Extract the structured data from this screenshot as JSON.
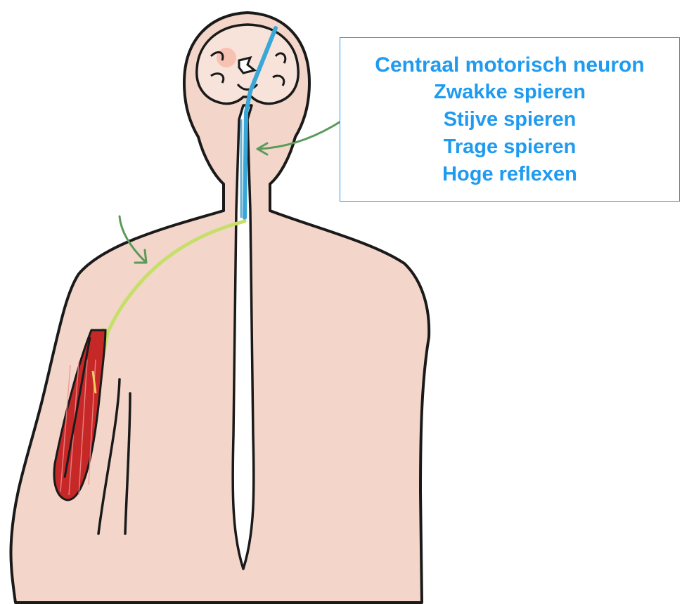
{
  "label_box": {
    "title": "Centraal motorisch neuron",
    "items": [
      "Zwakke spieren",
      "Stijve spieren",
      "Trage spieren",
      "Hoge reflexen"
    ]
  },
  "colors": {
    "skin": "#f3d6c9",
    "outline": "#1a1a1a",
    "upper_motor_neuron": "#3aa7d9",
    "lower_motor_neuron": "#c6df6a",
    "arrow": "#5a9a5a",
    "muscle": "#c62828",
    "label_text": "#1e9bf0",
    "label_border": "#1e9bf0"
  }
}
